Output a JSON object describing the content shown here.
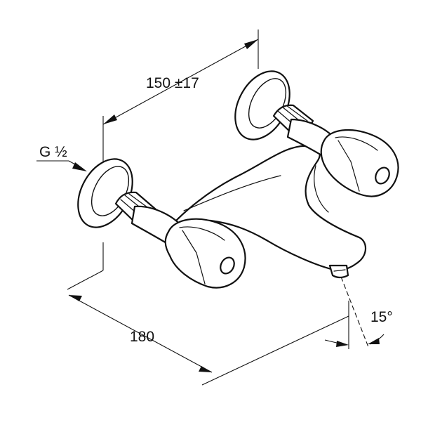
{
  "labels": {
    "top_width": "150 ±17",
    "thread": "G ½",
    "depth": "180",
    "spout_angle": "15°"
  },
  "colors": {
    "ink": "#111111",
    "background": "#ffffff"
  }
}
